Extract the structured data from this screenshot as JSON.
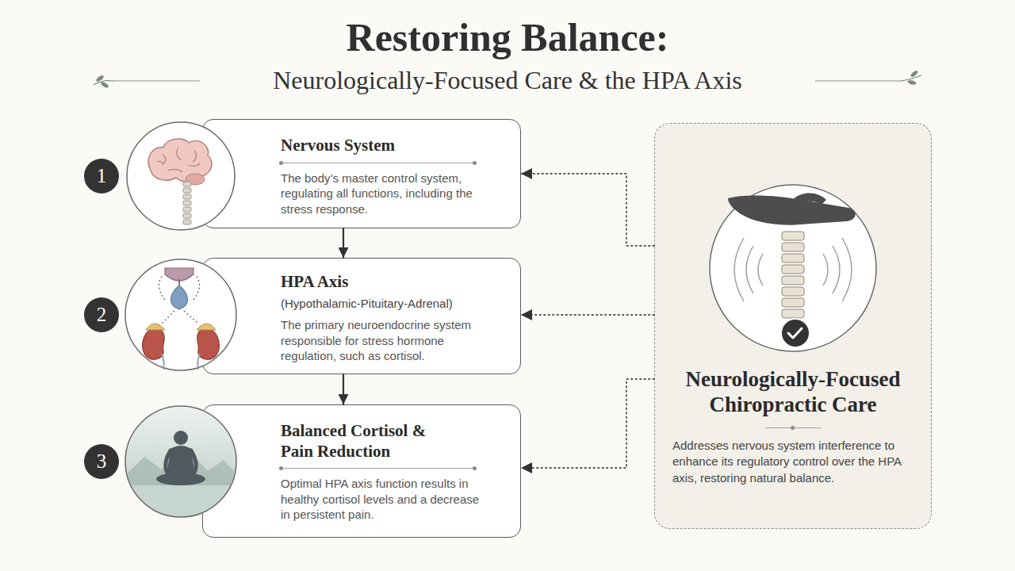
{
  "diagram": {
    "title": "Restoring Balance:",
    "nodes": [
      {
        "text": [
          "Nervous System",
          "The body’s master control system, regulating all functions, including the stress response."
        ]
      },
      {
        "text": [
          "HPA Axis",
          "(Hypothalamic-Pituitary-Adrenal)",
          "The primary neuroendocrine system responsible for stress hormone regulation, such as cortisol."
        ]
      },
      {
        "text": [
          "Balanced Cortisol & Pain Reduction",
          "Optimal HPA axis function results in healthy cortisol levels and a decrease in persistent pain."
        ]
      },
      {
        "text": [
          "Neurologically-Focused Chiropractic Care",
          "Addresses nervous system interference to enhance its regulatory control over the HPA axis, restoring natural balance."
        ]
      }
    ],
    "edges": [
      {
        "from": 0,
        "to": 1,
        "arrow": "to"
      },
      {
        "from": 1,
        "to": 2,
        "arrow": "to"
      },
      {
        "from": 3,
        "to": 0,
        "arrow": "to"
      },
      {
        "from": 3,
        "to": 1,
        "arrow": "to"
      },
      {
        "from": 3,
        "to": 2,
        "arrow": "to"
      }
    ],
    "labels": [
      "Neurologically-Focused Care & the HPA Axis",
      "1",
      "2",
      "3"
    ]
  }
}
